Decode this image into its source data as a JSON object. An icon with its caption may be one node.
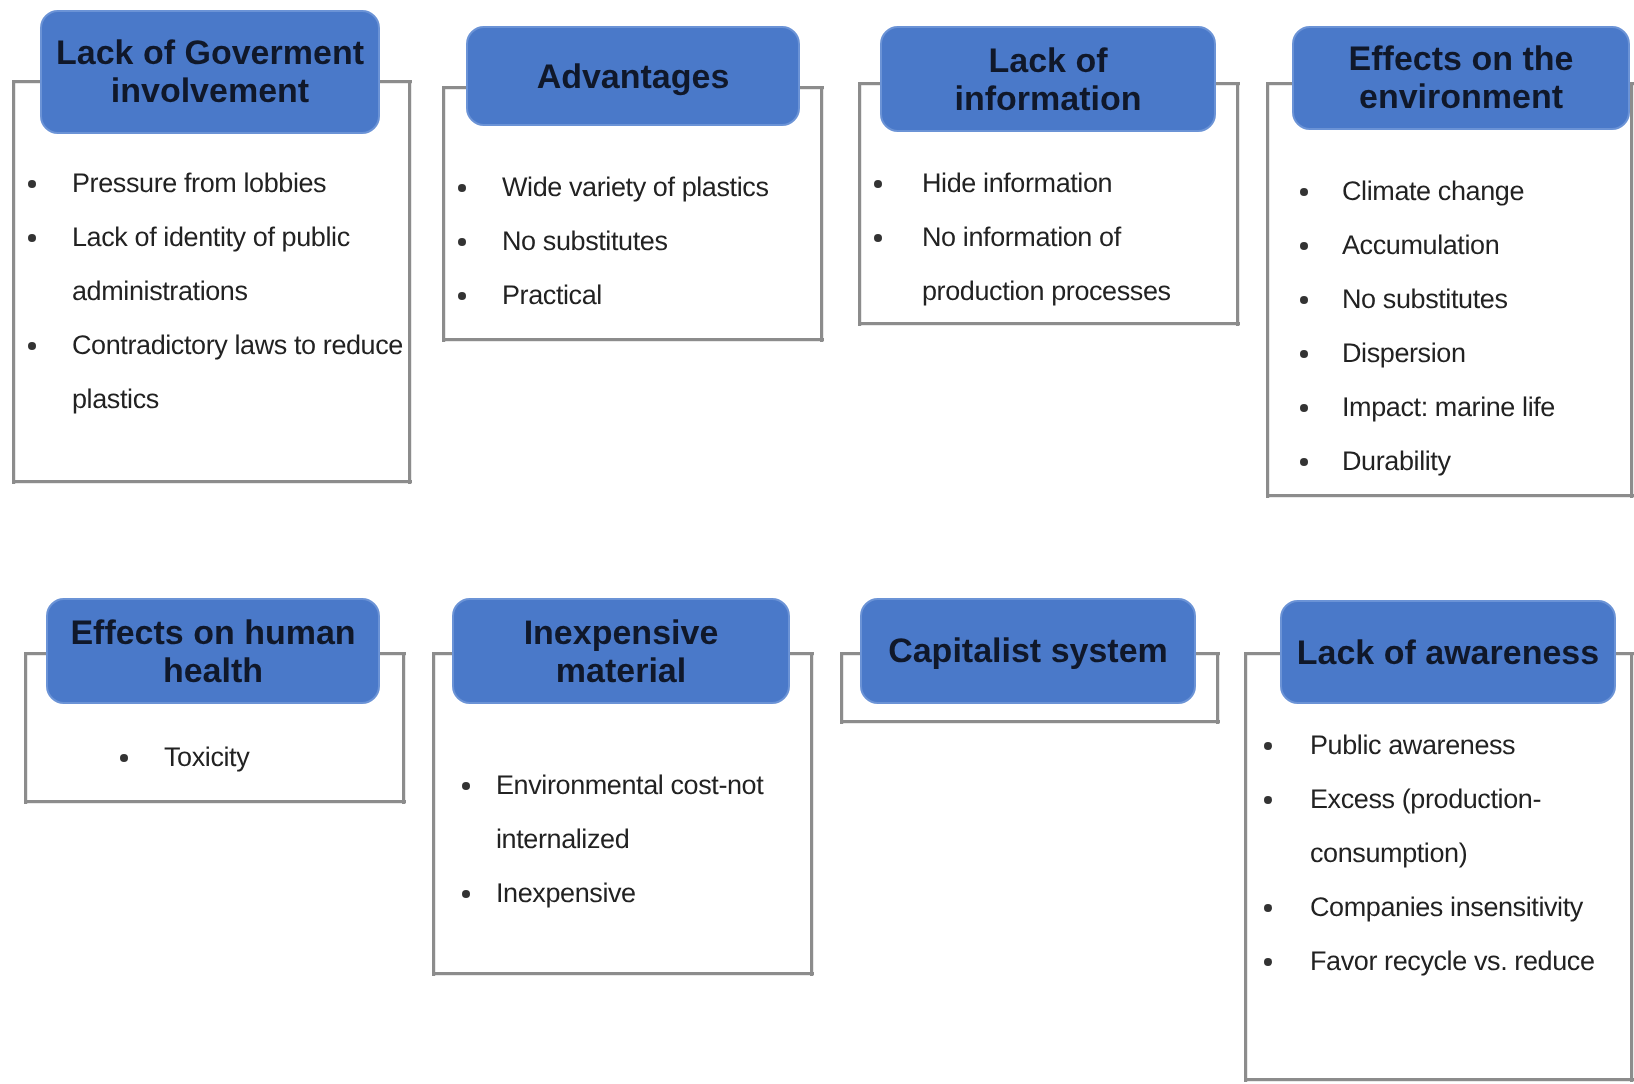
{
  "diagram": {
    "nodes": [
      {
        "text": [
          "Lack of Goverment involvement",
          "Pressure from lobbies",
          "Lack of identity of public administrations",
          "Contradictory laws to reduce plastics"
        ]
      },
      {
        "text": [
          "Advantages",
          "Wide variety of plastics",
          "No substitutes",
          "Practical"
        ]
      },
      {
        "text": [
          "Lack of information",
          "Hide information",
          "No information of production processes"
        ]
      },
      {
        "text": [
          "Effects on the environment",
          "Climate change",
          "Accumulation",
          "No substitutes",
          "Dispersion",
          "Impact: marine life",
          "Durability"
        ]
      },
      {
        "text": [
          "Effects on human health",
          "Toxicity"
        ]
      },
      {
        "text": [
          "Inexpensive material",
          "Environmental cost-not internalized",
          "Inexpensive"
        ]
      },
      {
        "text": [
          "Capitalist system"
        ]
      },
      {
        "text": [
          "Lack of awareness",
          "Public awareness",
          "Excess (production-consumption)",
          "Companies insensitivity",
          "Favor recycle vs. reduce"
        ]
      }
    ]
  }
}
